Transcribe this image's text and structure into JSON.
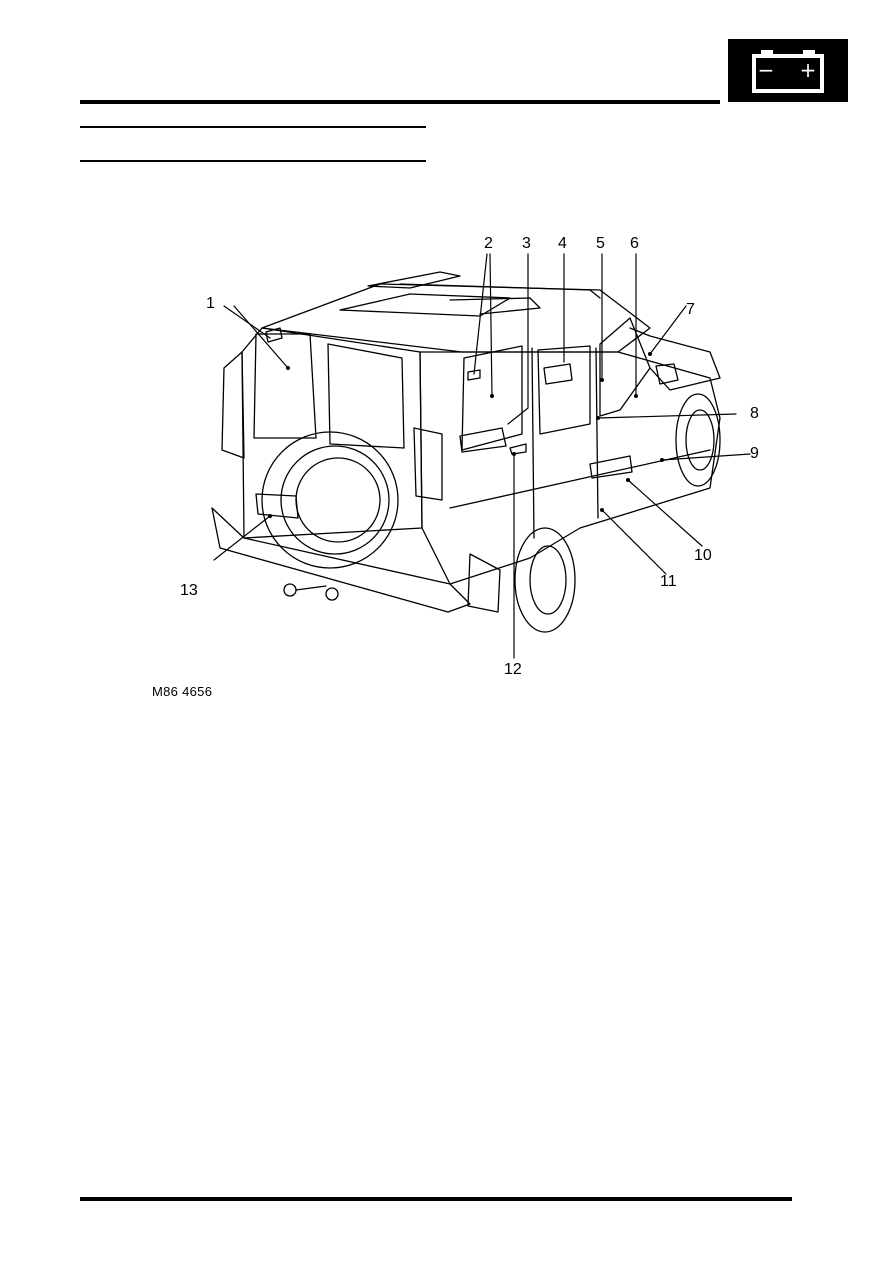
{
  "section_tab": {
    "icon": "battery-icon",
    "icon_signs": {
      "minus": "−",
      "plus": "+"
    }
  },
  "figure": {
    "reference": "M86 4656",
    "callouts": [
      "1",
      "2",
      "3",
      "4",
      "5",
      "6",
      "7",
      "8",
      "9",
      "10",
      "11",
      "12",
      "13"
    ]
  }
}
